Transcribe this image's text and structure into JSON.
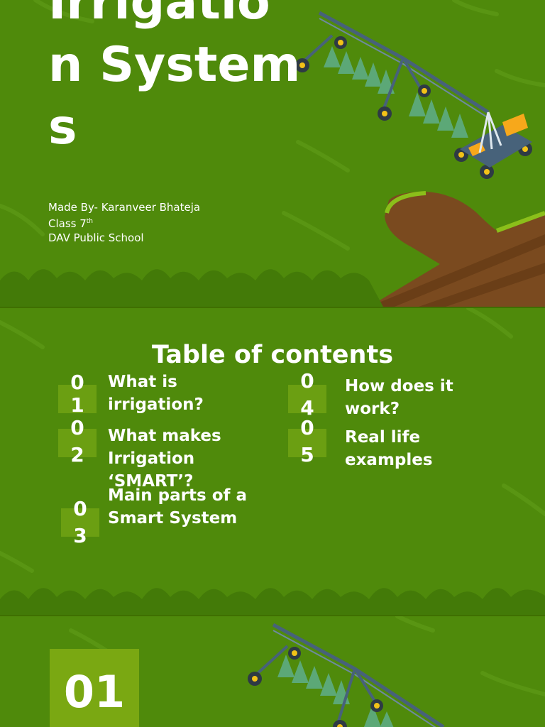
{
  "cover": {
    "title": "Smart Irrigation Systems",
    "title_visible": "Irrigation Systems",
    "credits": {
      "made_by": "Made By- Karanveer Bhateja",
      "class_main": "Class 7",
      "class_suffix": "th",
      "school": "DAV Public School"
    }
  },
  "toc": {
    "title": "Table of contents",
    "items": [
      {
        "num_a": "0",
        "num_b": "1",
        "label": "What is irrigation?"
      },
      {
        "num_a": "0",
        "num_b": "2",
        "label": "What makes Irrigation ‘SMART’?"
      },
      {
        "num_a": "0",
        "num_b": "3",
        "label": "Main parts of a Smart System"
      },
      {
        "num_a": "0",
        "num_b": "4",
        "label": "How does it work?"
      },
      {
        "num_a": "0",
        "num_b": "5",
        "label": "Real life examples"
      }
    ]
  },
  "section": {
    "number": "01"
  },
  "colors": {
    "background": "#4f8a0b",
    "grass_dark": "#437a08",
    "soil": "#7a4a1f",
    "accent_box": "#6b9f12",
    "text": "#ffffff"
  },
  "icons": {
    "irrigation_machine": "pivot-irrigation-machine-icon",
    "soil_path": "soil-path-illustration"
  }
}
